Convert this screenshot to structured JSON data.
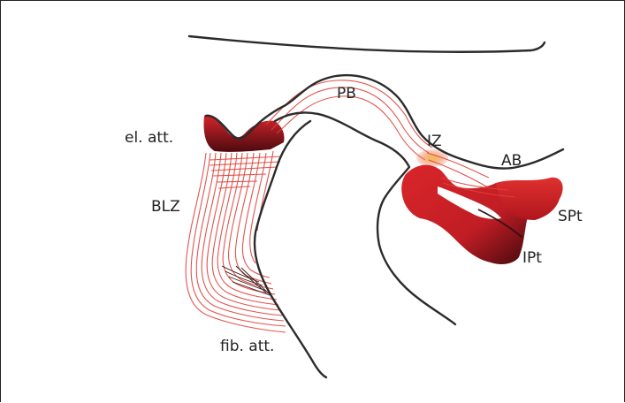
{
  "labels": {
    "el_att": "el. att.",
    "pb": "PB",
    "iz": "IZ",
    "ab": "AB",
    "blz": "BLZ",
    "spt": "SPt",
    "ipt": "IPt",
    "fib_att": "fib. att."
  },
  "colors": {
    "red": "#d9262b",
    "dark_red": "#5a0d14",
    "fiber": "#e0413a",
    "outline": "#2b2b2b",
    "yellow": "#f4b23a"
  }
}
